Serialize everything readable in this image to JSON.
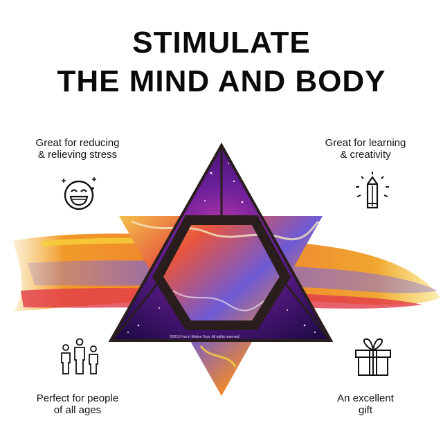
{
  "headline": {
    "line1": "STIMULATE",
    "line2": "THE MIND AND BODY"
  },
  "features": [
    {
      "line1": "Great for reducing",
      "line2": "& relieving stress",
      "icon": "laughing-face-icon"
    },
    {
      "line1": "Great for learning",
      "line2": "& creativity",
      "icon": "pencil-idea-icon"
    },
    {
      "line1": "Perfect for people",
      "line2": "of all ages",
      "icon": "family-icon"
    },
    {
      "line1": "An excellent",
      "line2": "gift",
      "icon": "gift-box-icon"
    }
  ],
  "product": {
    "imprint": "©2019 Fun in Motion Toys. All rights reserved.",
    "colors": {
      "cosmic": "#3a1466",
      "frame": "#2a1d1d",
      "swirl_orange": "#f08a2a",
      "swirl_yellow": "#f6d23a",
      "swirl_red": "#e23b4a",
      "swirl_purple": "#7a5fd0"
    }
  }
}
